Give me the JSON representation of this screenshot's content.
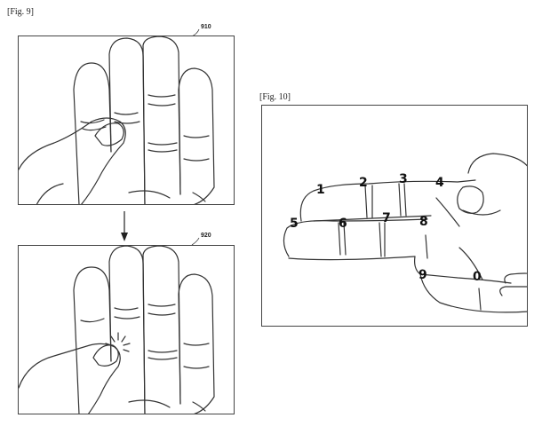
{
  "fig9": {
    "label": "[Fig. 9]",
    "panels": [
      {
        "ref": "910"
      },
      {
        "ref": "920"
      }
    ]
  },
  "fig10": {
    "label": "[Fig. 10]",
    "numbers": [
      "1",
      "2",
      "3",
      "4",
      "5",
      "6",
      "7",
      "8",
      "9",
      "0"
    ]
  }
}
